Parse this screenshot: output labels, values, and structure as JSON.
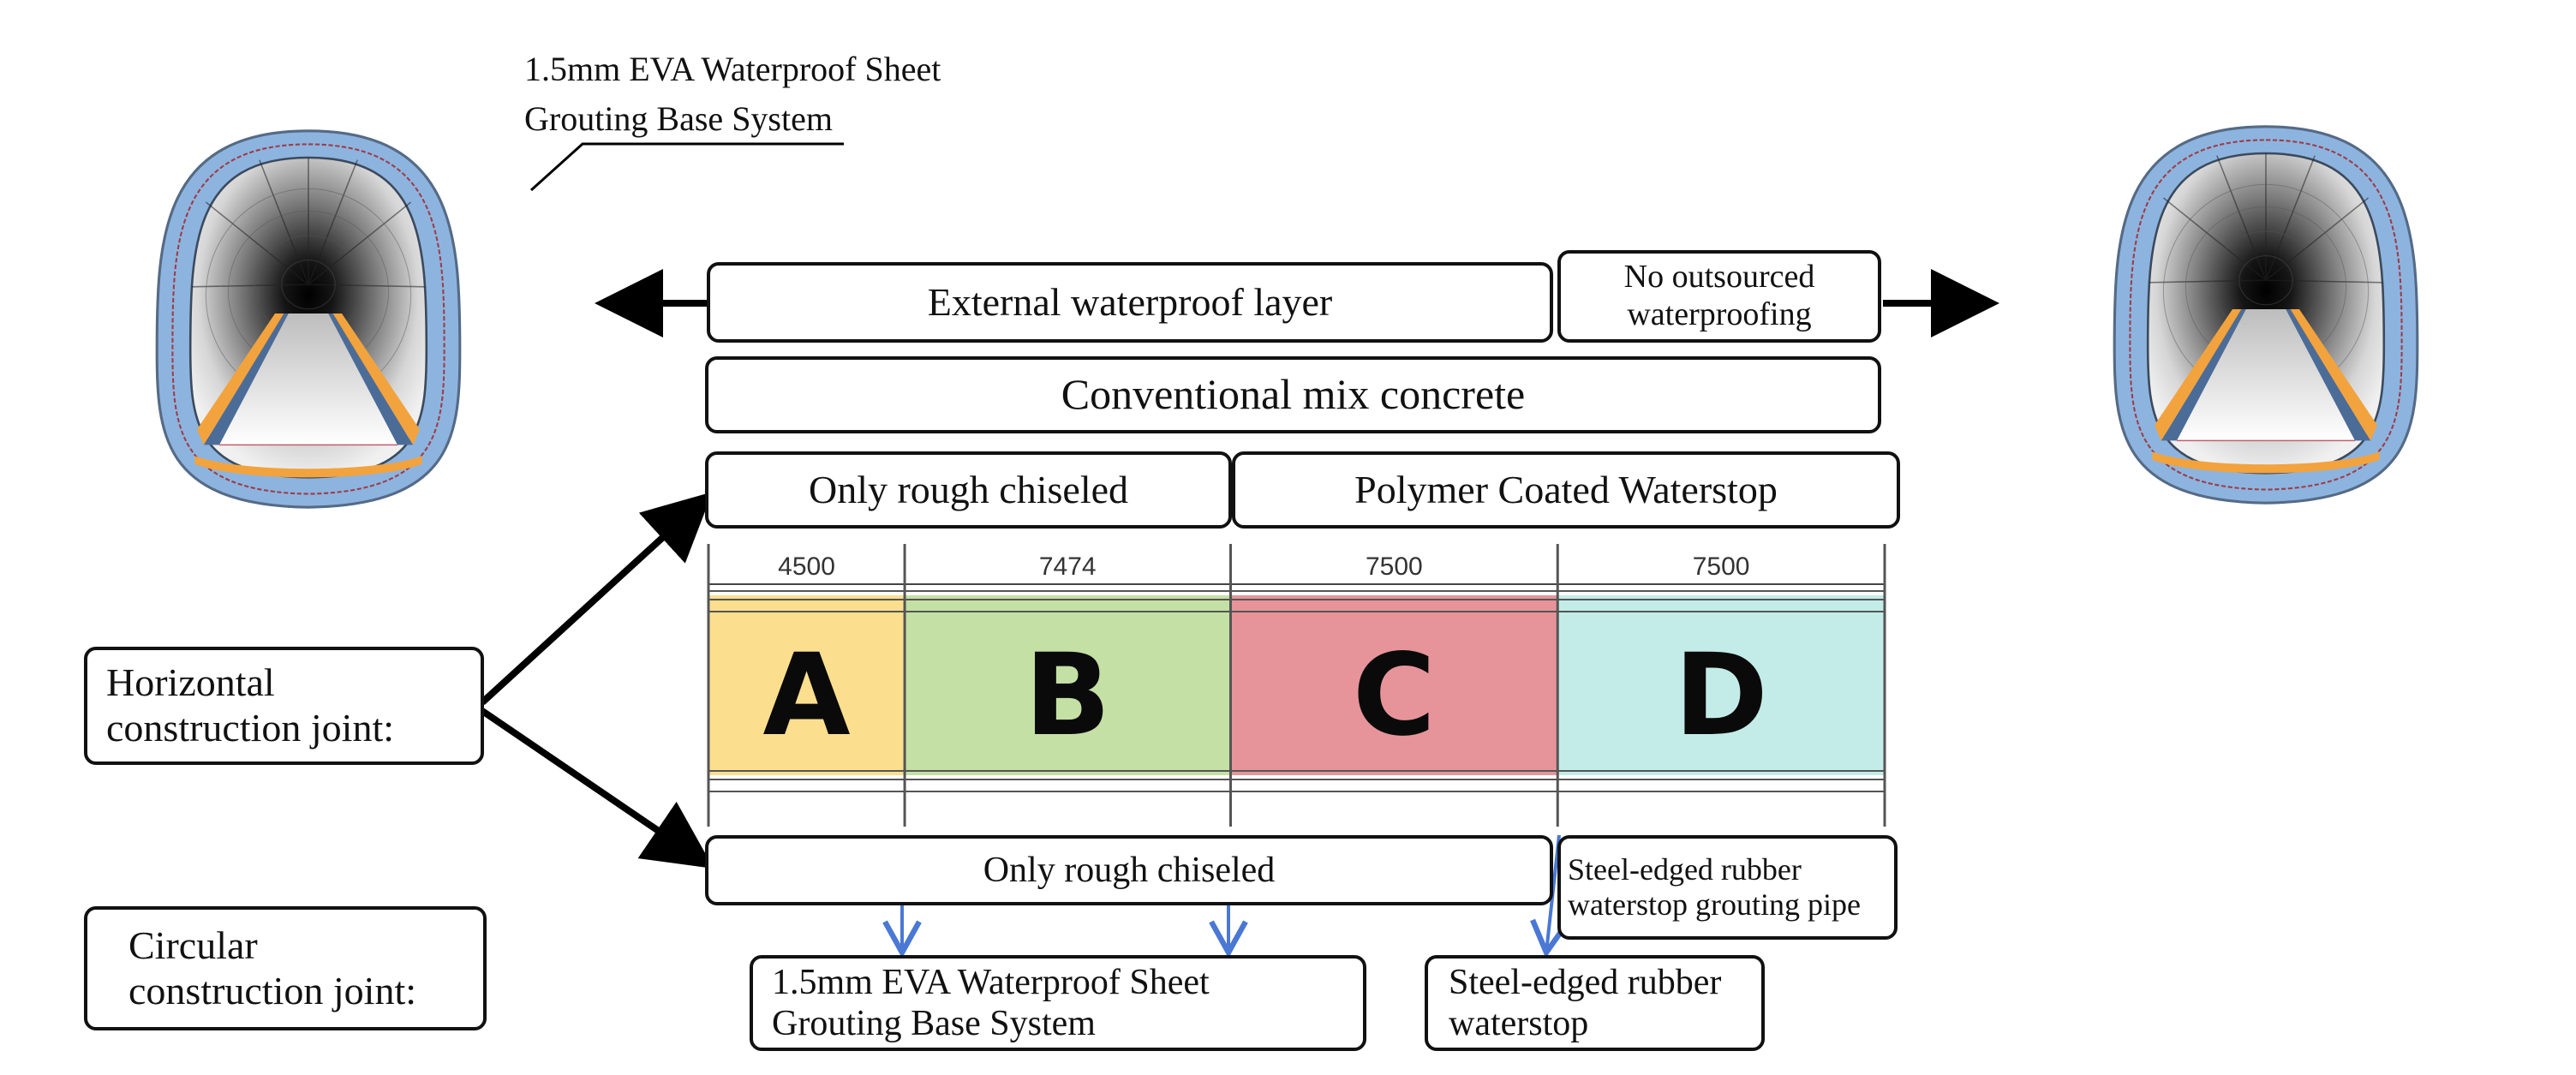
{
  "left_tunnel_label": [
    "1.5mm EVA Waterproof Sheet",
    "Grouting Base System"
  ],
  "rows": {
    "external_waterproof": "External waterproof layer",
    "no_outsourced": [
      "No outsourced",
      "waterproofing"
    ],
    "concrete": "Conventional mix concrete",
    "top_rough": "Only rough chiseled",
    "polymer": "Polymer Coated Waterstop",
    "bottom_rough": "Only rough chiseled",
    "steel_pipe": [
      "Steel-edged rubber",
      "waterstop grouting pipe"
    ],
    "eva_bottom": [
      "1.5mm EVA Waterproof Sheet",
      "Grouting Base System"
    ],
    "steel_waterstop": [
      "Steel-edged rubber",
      "waterstop"
    ]
  },
  "joints": {
    "horizontal": [
      "Horizontal",
      "construction joint:"
    ],
    "circular": [
      "Circular",
      "construction joint:"
    ]
  },
  "segments": [
    {
      "letter": "A",
      "length": "4500",
      "color": "#fbdf8f"
    },
    {
      "letter": "B",
      "length": "7474",
      "color": "#c4e0a4"
    },
    {
      "letter": "C",
      "length": "7500",
      "color": "#e6949a"
    },
    {
      "letter": "D",
      "length": "7500",
      "color": "#c3ece8"
    }
  ],
  "colors": {
    "arrow_blue": "#4a78d4",
    "lining_blue": "#8db4df",
    "rail_orange": "#f2a33d"
  }
}
